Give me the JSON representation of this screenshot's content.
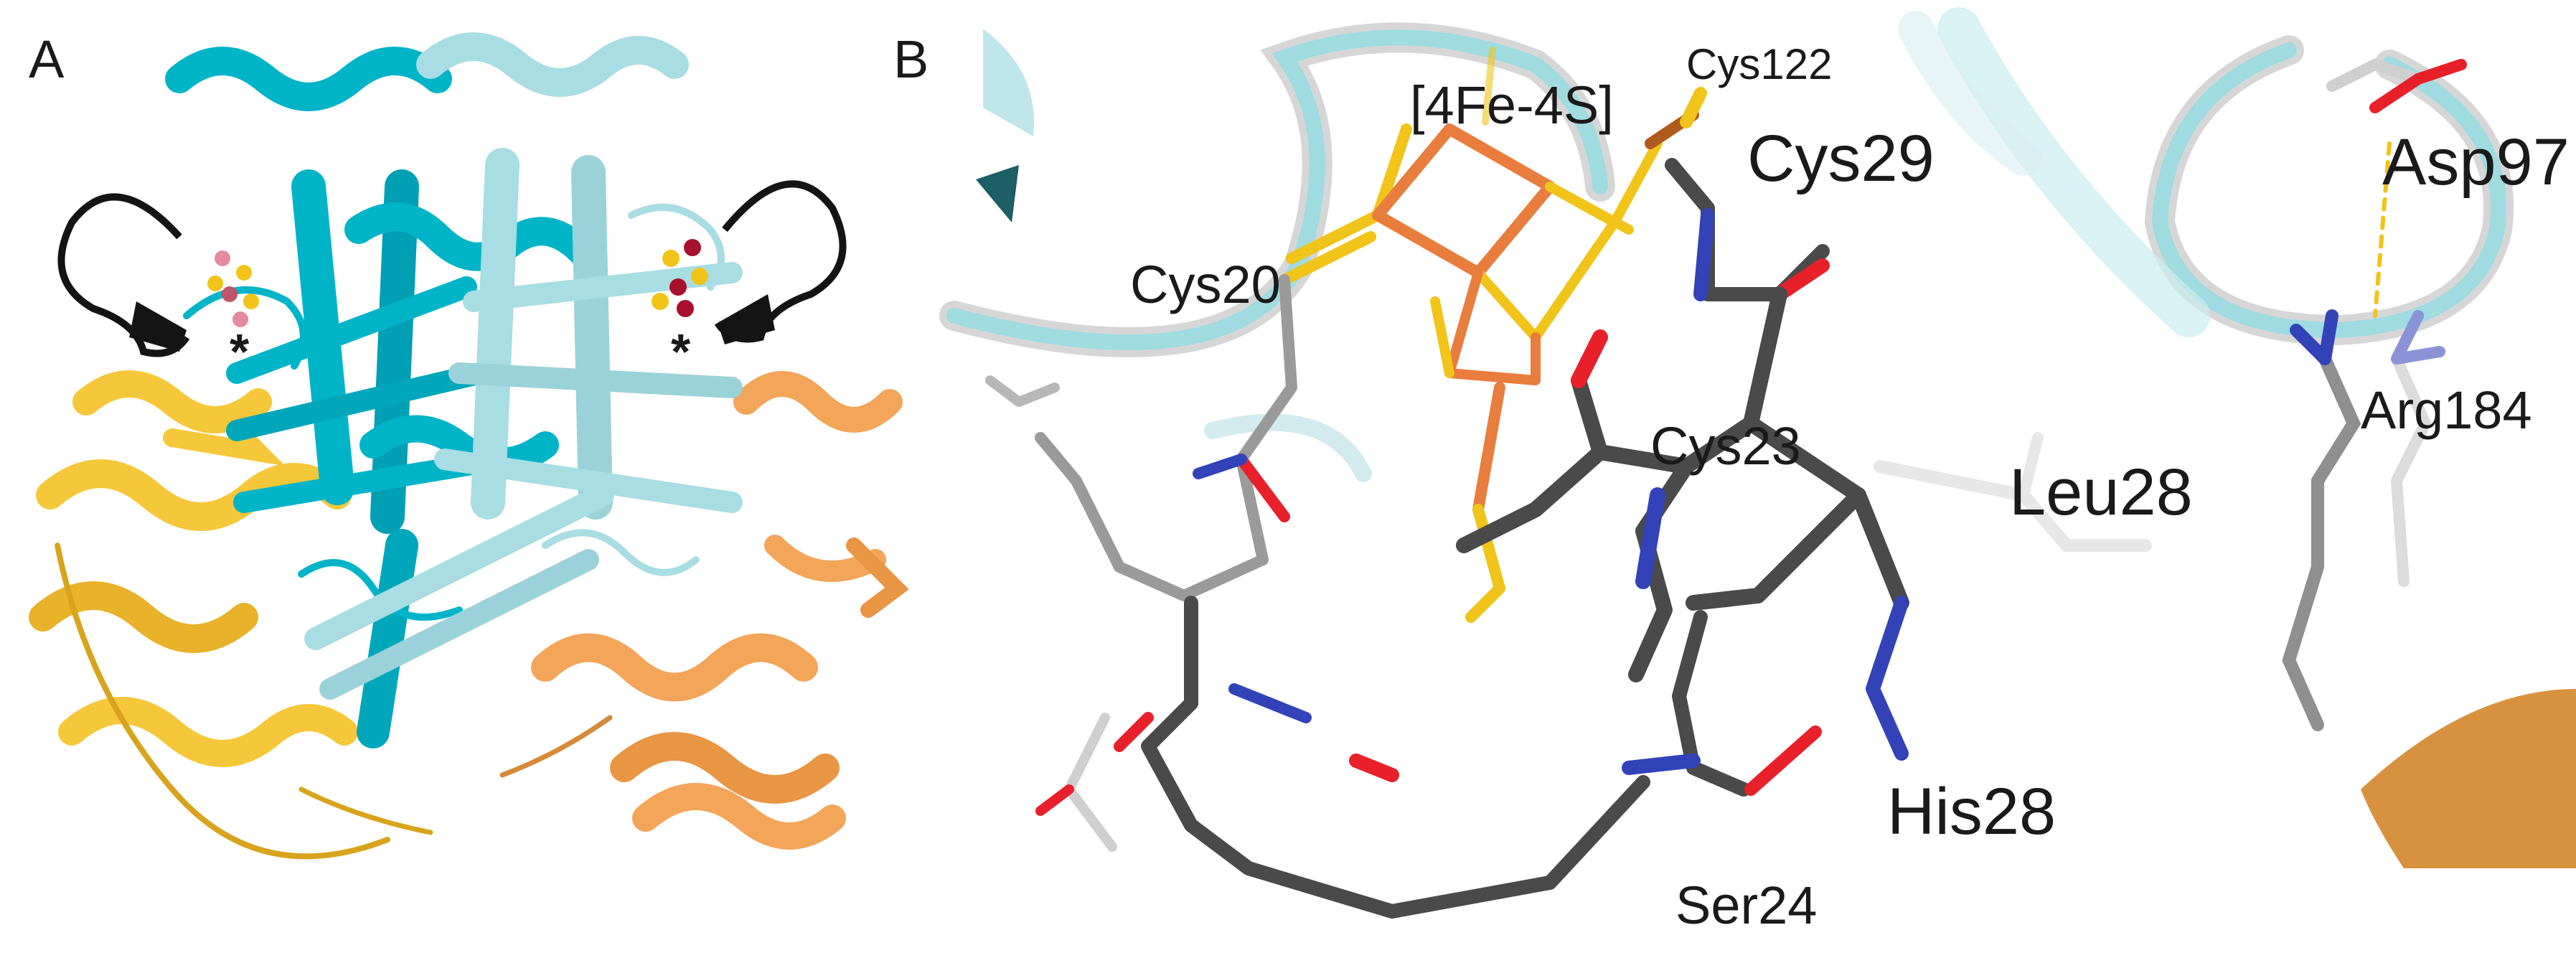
{
  "panel_a": {
    "letter": "A",
    "star_left": "*",
    "star_right": "*"
  },
  "panel_b": {
    "letter": "B",
    "labels": {
      "cys122": "Cys122",
      "cluster": "[4Fe-4S]",
      "cys29": "Cys29",
      "cys20": "Cys20",
      "cys23": "Cys23",
      "leu28": "Leu28",
      "his28": "His28",
      "ser24": "Ser24",
      "asp97": "Asp97",
      "arg184": "Arg184"
    }
  },
  "colors": {
    "cyan_dark": "#00b4c8",
    "cyan_light": "#a8dde3",
    "yellow": "#f5c73a",
    "orange": "#f3a55a",
    "black_loop": "#141414",
    "sulfur": "#f0c419",
    "iron": "#e87d3e",
    "oxygen": "#e8202a",
    "nitrogen": "#3243b8",
    "carbon_dark": "#4a4a4a",
    "carbon_light": "#cfcfcf"
  }
}
